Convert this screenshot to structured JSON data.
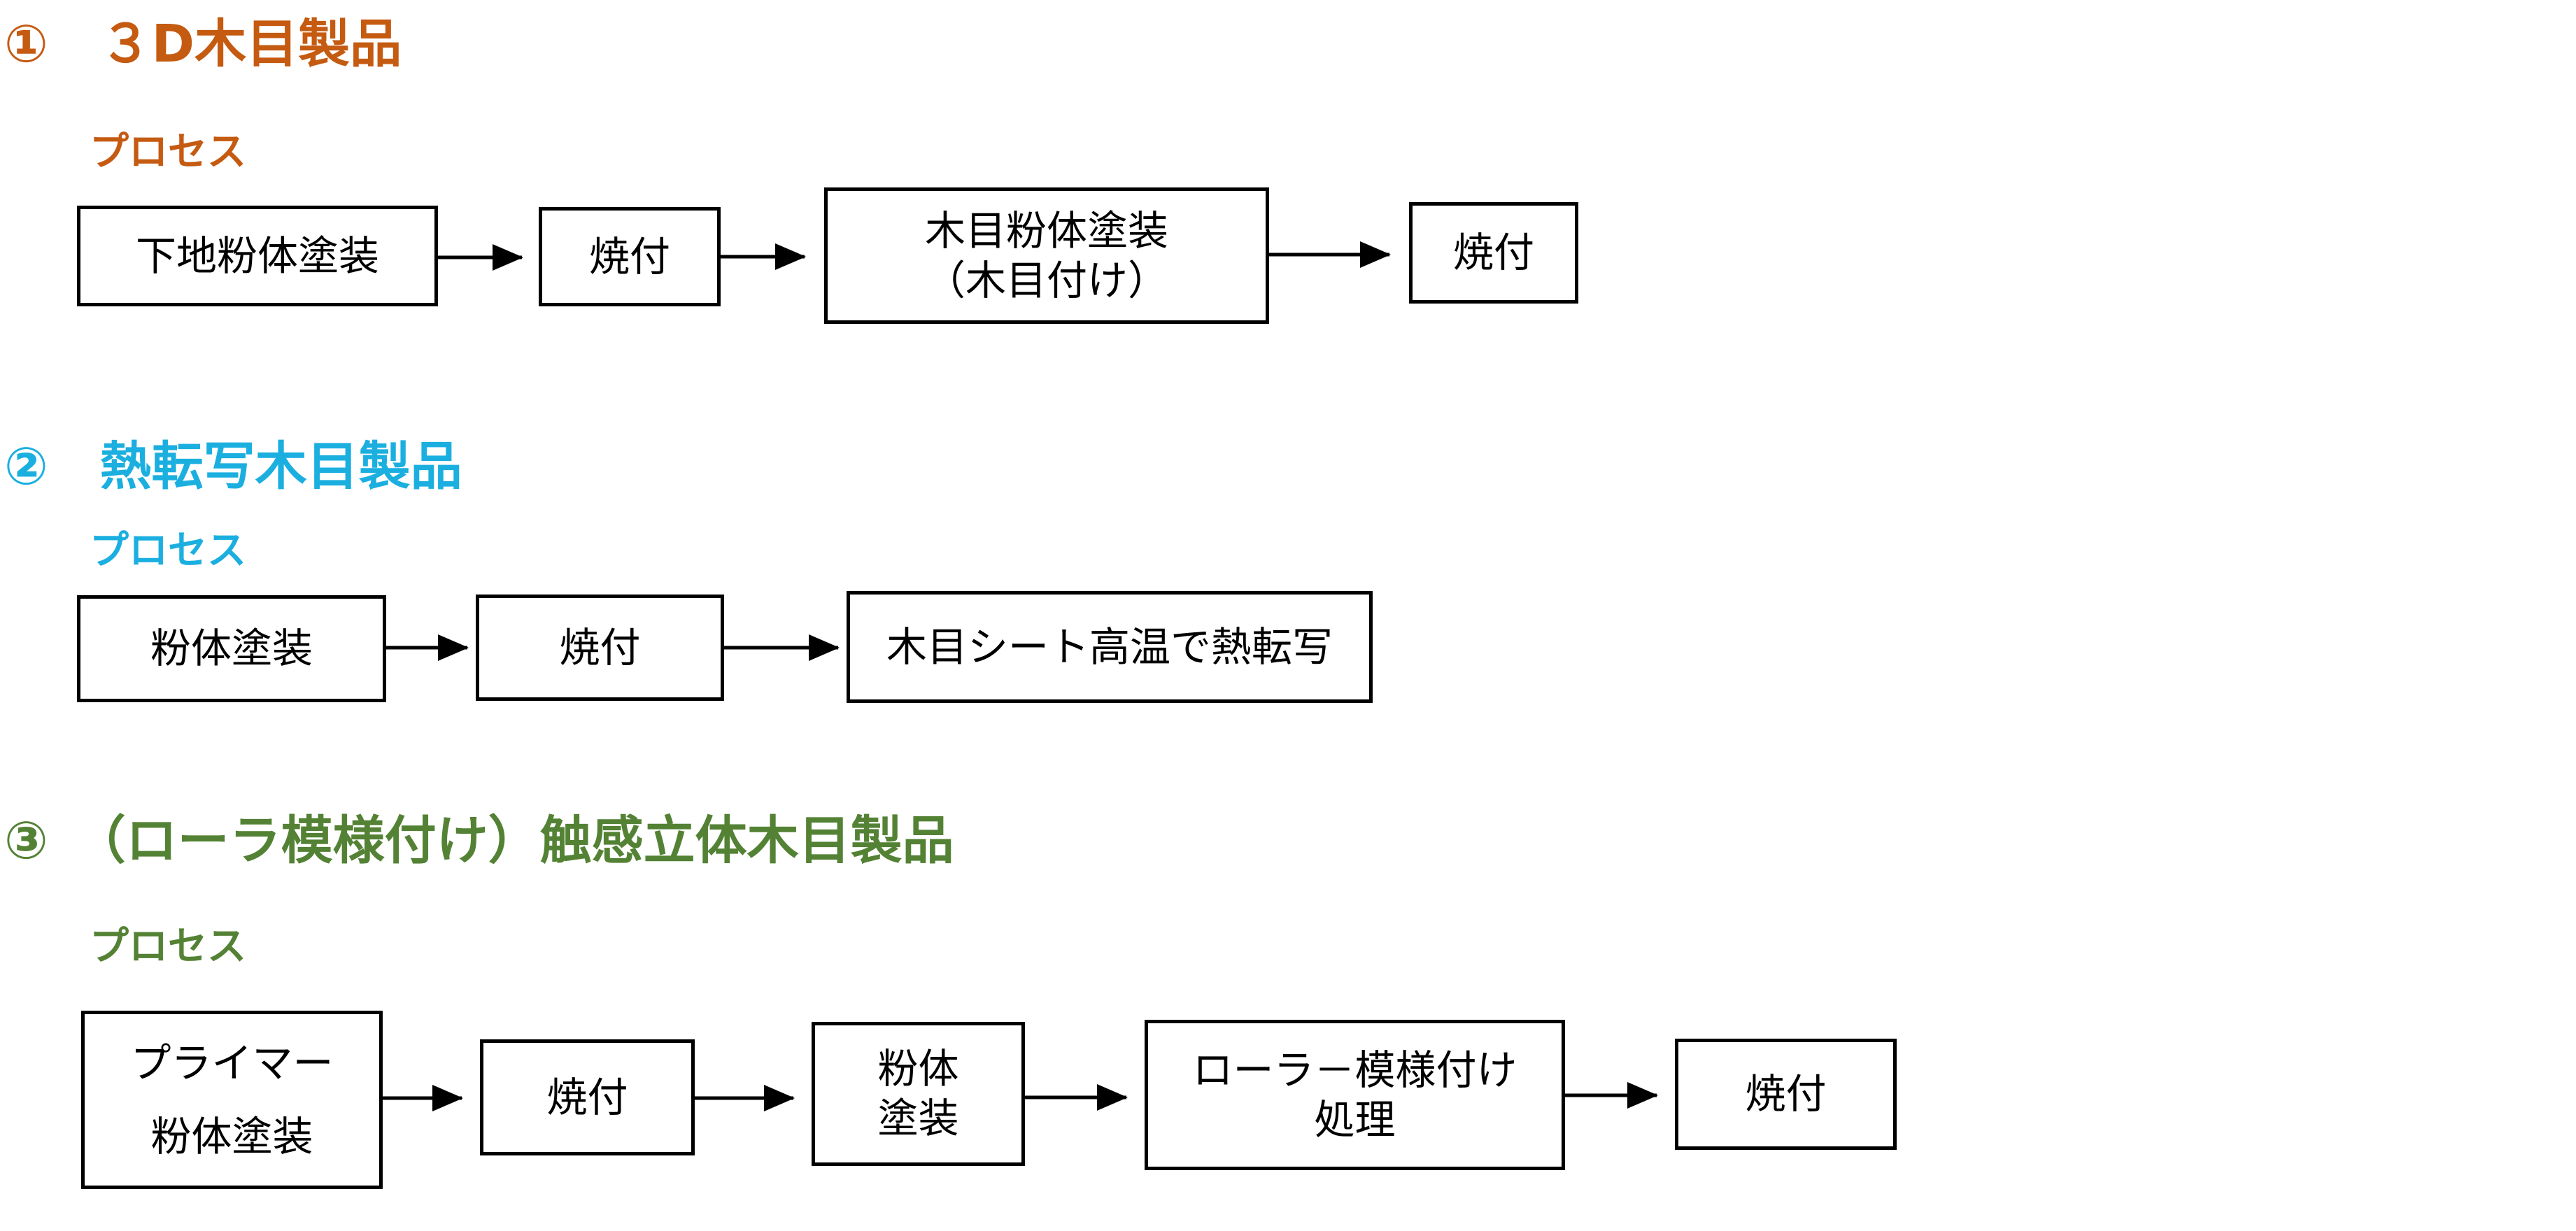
{
  "colors": {
    "section1": "#C55A11",
    "section2": "#1BAFE0",
    "section3": "#548235",
    "box_border": "#000000",
    "arrow": "#000000"
  },
  "sections": [
    {
      "title": "①　３D木目製品",
      "process_label": "プロセス",
      "steps": [
        {
          "lines": [
            "下地粉体塗装"
          ]
        },
        {
          "lines": [
            "焼付"
          ]
        },
        {
          "lines": [
            "木目粉体塗装",
            "（木目付け）"
          ]
        },
        {
          "lines": [
            "焼付"
          ]
        }
      ]
    },
    {
      "title": "②　熱転写木目製品",
      "process_label": "プロセス",
      "steps": [
        {
          "lines": [
            "粉体塗装"
          ]
        },
        {
          "lines": [
            "焼付"
          ]
        },
        {
          "lines": [
            "木目シート高温で熱転写"
          ]
        }
      ]
    },
    {
      "title": "③　（ローラ模様付け）触感立体木目製品",
      "process_label": "プロセス",
      "steps": [
        {
          "lines": [
            "プライマー",
            "粉体塗装"
          ]
        },
        {
          "lines": [
            "焼付"
          ]
        },
        {
          "lines": [
            "粉体",
            "塗装"
          ]
        },
        {
          "lines": [
            "ローラ－模様付け",
            "処理"
          ]
        },
        {
          "lines": [
            "焼付"
          ]
        }
      ]
    }
  ]
}
